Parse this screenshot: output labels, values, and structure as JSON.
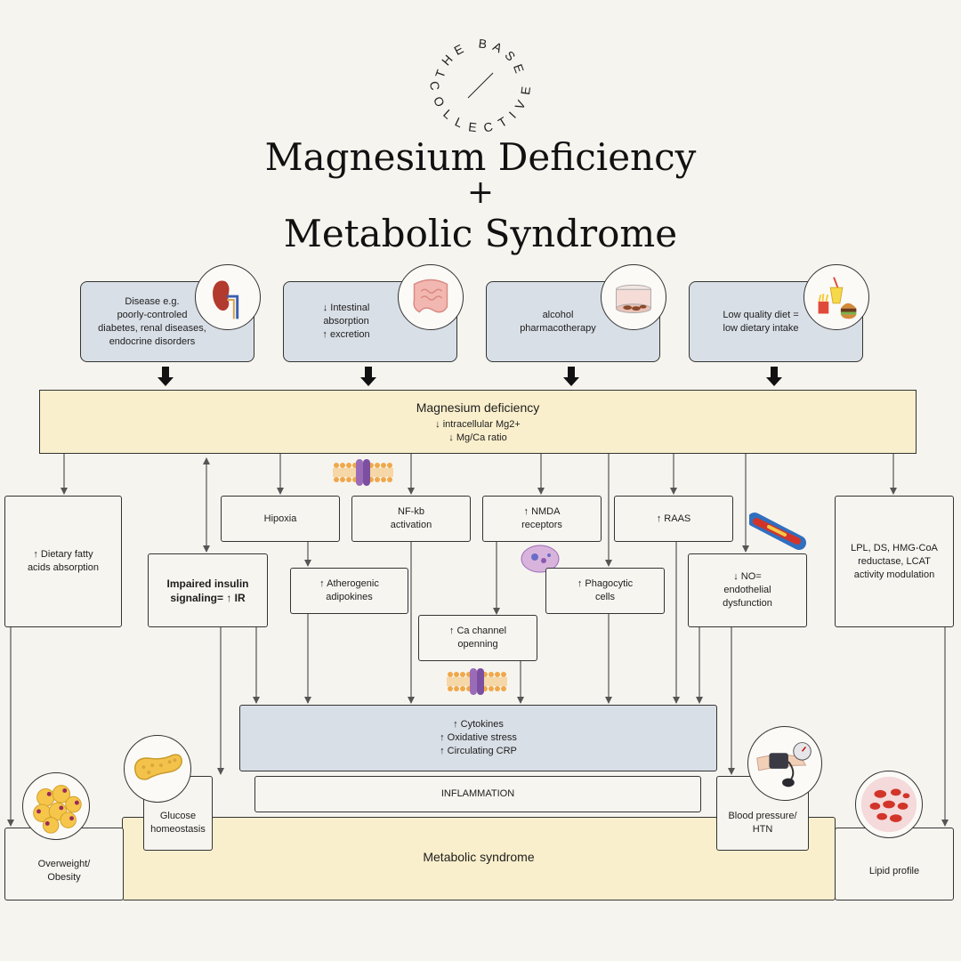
{
  "logo": {
    "line1": "THE BASE",
    "line2": "COLLECTIVE"
  },
  "title": {
    "line1": "Magnesium Deficiency",
    "plus": "+",
    "line2": "Metabolic Syndrome"
  },
  "causes": [
    {
      "lines": [
        "Disease e.g.",
        "poorly-controled",
        "diabetes, renal diseases,",
        "endocrine disorders"
      ],
      "icon": "kidney-icon"
    },
    {
      "lines": [
        "↓ Intestinal",
        "absorption",
        "↑ excretion"
      ],
      "icon": "intestine-icon"
    },
    {
      "lines": [
        "alcohol",
        "pharmacotherapy"
      ],
      "icon": "petri-dish-icon"
    },
    {
      "lines": [
        "Low quality diet =",
        "low dietary intake"
      ],
      "icon": "fast-food-icon"
    }
  ],
  "mg_deficiency": {
    "title": "Magnesium deficiency",
    "line1": "↓ intracellular Mg2+",
    "line2": "↓ Mg/Ca ratio"
  },
  "nodes": {
    "dietary_fatty": [
      "↑ Dietary fatty",
      "acids absorption"
    ],
    "insulin": [
      "Impaired insulin",
      "signaling= ↑ IR"
    ],
    "hipoxia": [
      "Hipoxia"
    ],
    "atherogenic": [
      "↑ Atherogenic",
      "adipokines"
    ],
    "nfkb": [
      "NF-kb",
      "activation"
    ],
    "nmda": [
      "↑ NMDA",
      "receptors"
    ],
    "ca_channel": [
      "↑ Ca channel",
      "openning"
    ],
    "phagocytic": [
      "↑ Phagocytic",
      "cells"
    ],
    "raas": [
      "↑ RAAS"
    ],
    "no": [
      "↓ NO=",
      "endothelial",
      "dysfunction"
    ],
    "lpl": [
      "LPL, DS, HMG-CoA",
      "reductase, LCAT",
      "activity modulation"
    ]
  },
  "inflam": {
    "lines": [
      "↑ Cytokines",
      "↑ Oxidative stress",
      "↑ Circulating CRP"
    ],
    "label": "INFLAMMATION"
  },
  "outcomes": {
    "obesity": [
      "Overweight/",
      "Obesity"
    ],
    "glucose": [
      "Glucose",
      "homeostasis"
    ],
    "bp": [
      "Blood pressure/",
      "HTN"
    ],
    "lipid": [
      "Lipid profile"
    ],
    "metabolic": "Metabolic syndrome"
  },
  "colors": {
    "background": "#f6f4ef",
    "grey_box": "#d9dfe6",
    "yellow_box": "#faefcc",
    "line": "#555555"
  }
}
